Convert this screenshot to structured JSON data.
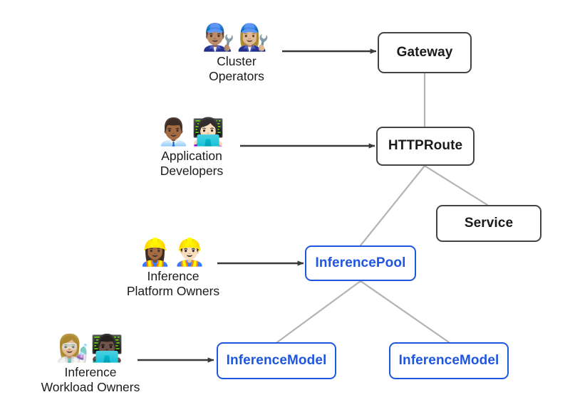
{
  "diagram": {
    "title": "Gateway API Inference Extension personas and resources",
    "background_color": "#ffffff",
    "edge_color": "#b3b3b3",
    "arrow_color": "#3a3a3a",
    "gray_node_border": "#444444",
    "blue_node_border": "#1f56e0",
    "blue_text_color": "#1f56e0",
    "gray_text_color": "#1a1a1a"
  },
  "nodes": [
    {
      "id": "gateway",
      "label": "Gateway",
      "style": "gray"
    },
    {
      "id": "httproute",
      "label": "HTTPRoute",
      "style": "gray"
    },
    {
      "id": "service",
      "label": "Service",
      "style": "gray"
    },
    {
      "id": "inferencepool",
      "label": "InferencePool",
      "style": "blue"
    },
    {
      "id": "inferencemodel_left",
      "label": "InferenceModel",
      "style": "blue"
    },
    {
      "id": "inferencemodel_right",
      "label": "InferenceModel",
      "style": "blue"
    }
  ],
  "personas": [
    {
      "id": "cluster-operators",
      "emojis": "👨🏽‍🔧👩🏼‍🔧",
      "emoji_names": [
        "man-mechanic-icon",
        "woman-mechanic-icon"
      ],
      "label_lines": [
        "Cluster",
        "Operators"
      ],
      "targets": "gateway"
    },
    {
      "id": "application-developers",
      "emojis": "👨🏾‍💼👩🏻‍💻",
      "emoji_names": [
        "man-office-worker-icon",
        "woman-technologist-icon"
      ],
      "label_lines": [
        "Application",
        "Developers"
      ],
      "targets": "httproute"
    },
    {
      "id": "inference-platform-owners",
      "emojis": "👷🏾‍♀️👷🏻‍♂️",
      "emoji_names": [
        "woman-construction-worker-icon",
        "man-construction-worker-icon"
      ],
      "label_lines": [
        "Inference",
        "Platform Owners"
      ],
      "targets": "inferencepool"
    },
    {
      "id": "inference-workload-owners",
      "emojis": "👩🏼‍🔬👨🏿‍💻",
      "emoji_names": [
        "woman-scientist-icon",
        "man-technologist-icon"
      ],
      "label_lines": [
        "Inference",
        "Workload Owners"
      ],
      "targets": "inferencemodel_left"
    }
  ],
  "edges": [
    {
      "from": "gateway",
      "to": "httproute",
      "kind": "link"
    },
    {
      "from": "httproute",
      "to": "inferencepool",
      "kind": "link"
    },
    {
      "from": "httproute",
      "to": "service",
      "kind": "link"
    },
    {
      "from": "inferencepool",
      "to": "inferencemodel_left",
      "kind": "link"
    },
    {
      "from": "inferencepool",
      "to": "inferencemodel_right",
      "kind": "link"
    },
    {
      "from": "cluster-operators",
      "to": "gateway",
      "kind": "arrow"
    },
    {
      "from": "application-developers",
      "to": "httproute",
      "kind": "arrow"
    },
    {
      "from": "inference-platform-owners",
      "to": "inferencepool",
      "kind": "arrow"
    },
    {
      "from": "inference-workload-owners",
      "to": "inferencemodel_left",
      "kind": "arrow"
    }
  ]
}
